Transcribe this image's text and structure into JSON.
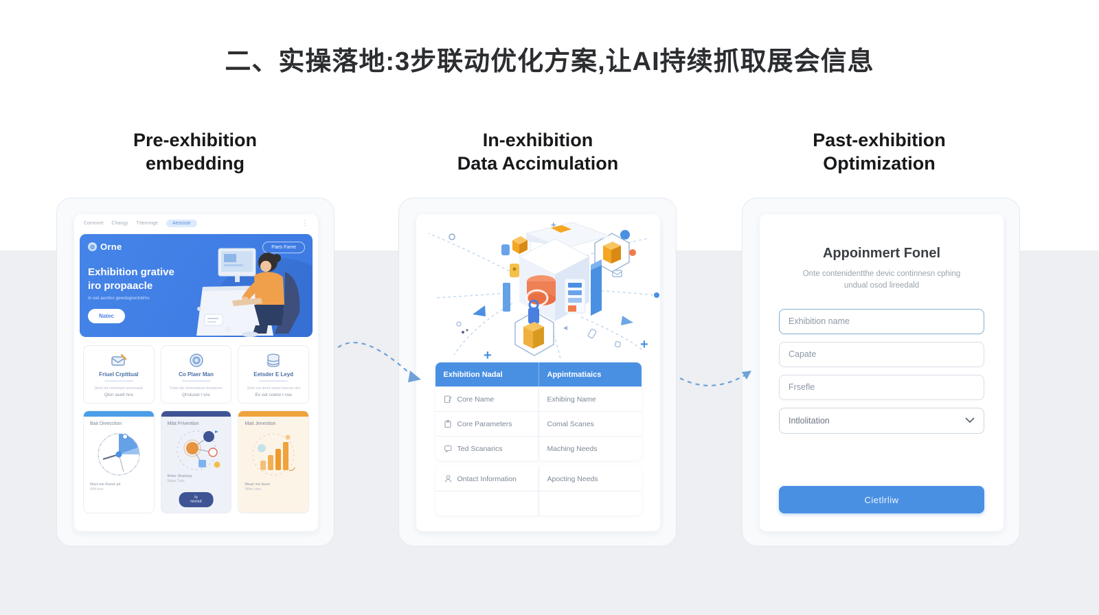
{
  "page": {
    "title": "二、实操落地:3步联动优化方案,让AI持续抓取展会信息"
  },
  "columns": [
    {
      "heading_line1": "Pre-exhibition",
      "heading_line2": "embedding"
    },
    {
      "heading_line1": "In-exhibition",
      "heading_line2": "Data Accimulation"
    },
    {
      "heading_line1": "Past-exhibition",
      "heading_line2": "Optimization"
    }
  ],
  "website": {
    "nav": {
      "items": [
        "Comnnet",
        "Changy",
        "Tdemmge"
      ],
      "pill": "Aesssse",
      "dots": "⋮"
    },
    "hero": {
      "logo_glyph": "◎",
      "logo": "Orne",
      "top_button": "Paes Fame",
      "heading_line1": "Exhibition grative",
      "heading_line2": "iro propaacle",
      "subtext": "In eat auctins gewdagrentstims",
      "cta": "Natec"
    },
    "features": [
      {
        "icon": "mail-icon",
        "title": "Friuel Crptttual",
        "desc": "Sleet tot intormeet assonaals",
        "sub": "Qton asett hns"
      },
      {
        "icon": "badge-icon",
        "title": "Co Plaer Man",
        "desc": "Tolas dis intormatean besdevsn",
        "sub": "Qhsluset t snc"
      },
      {
        "icon": "database-icon",
        "title": "Eetsder E Leyd",
        "desc": "Shet est atent onaet bsoces ant",
        "sub": "Ex oet coetst t nse"
      }
    ],
    "minicards": [
      {
        "bar_color": "#4a9ee8",
        "title": "Bait Divesction",
        "caption": "Mani toe Aonet ad",
        "caption2": "Wht inus"
      },
      {
        "bar_color": "#3f5494",
        "title": "Mlat Frivention",
        "caption": "Briter Sharlarg",
        "caption2": "Mapa Trats",
        "button": "le revout"
      },
      {
        "bar_color": "#f0a23c",
        "title": "Mait Jenestion",
        "caption": "Mearl me facet",
        "caption2": "Whte caes"
      }
    ]
  },
  "data_table": {
    "headers": [
      "Exhibition Nadal",
      "Appintmatiaics"
    ],
    "rows": [
      [
        "Core Name",
        "Exhibing Name"
      ],
      [
        "Core Parameters",
        "Comal Scanes"
      ],
      [
        "Ted Scanarics",
        "Maching Needs"
      ],
      [
        "Ontact Information",
        "Apocting Needs"
      ],
      [
        "",
        ""
      ]
    ]
  },
  "form": {
    "title": "Appoinmert Fonel",
    "subtitle_line1": "Onte contenidentthe devic continnesn cphing",
    "subtitle_line2": "undual osod lireedald",
    "fields": [
      "Exhibition name",
      "Capate",
      "Frsefle"
    ],
    "select_value": "Intlolitation",
    "button": "Cietlrliw"
  },
  "colors": {
    "accent_blue": "#4a90e2",
    "hero_blue": "#3c79e2",
    "navy": "#3f5494",
    "orange": "#f0a23c",
    "light_blue_bar": "#4a9ee8",
    "background_band": "#edeff2",
    "panel_bg": "#f8fafc"
  }
}
